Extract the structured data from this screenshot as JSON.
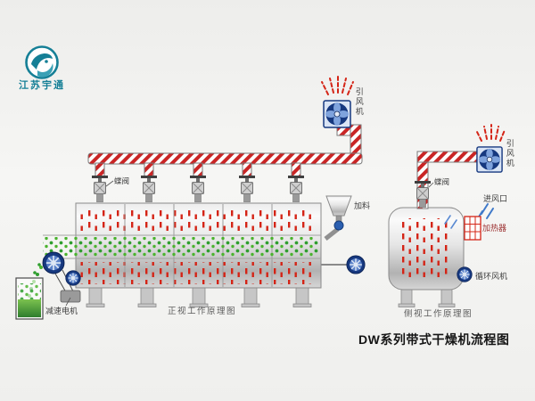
{
  "page": {
    "title": "DW系列带式干燥机流程图"
  },
  "logo": {
    "company": "江苏宇通"
  },
  "main_view": {
    "caption": "正视工作原理图",
    "fan_label": "引风机",
    "valve_label": "蝶阀",
    "feed_label": "加料",
    "motor_label": "减速电机"
  },
  "side_view": {
    "caption": "侧视工作原理图",
    "fan_label": "引风机",
    "valve_label": "蝶阀",
    "air_inlet_label": "进风口",
    "heater_label": "加热器",
    "circulation_fan_label": "循环风机"
  },
  "icons": {
    "fan": "induced-fan-icon",
    "valve": "butterfly-valve-icon",
    "pulley": "belt-pulley-icon",
    "heater": "heater-grid-icon",
    "hopper": "feed-hopper-icon",
    "logo": "company-logo-icon",
    "steam": "exhaust-steam-icon"
  },
  "colors": {
    "pipe_red": "#c92525",
    "dash_red": "#d42416",
    "fan_blue": "#16387f",
    "fan_blade_blue": "#7fa3dd",
    "material_green": "#2f9e2f",
    "logo_teal": "#157f96",
    "label_color": "#3c3c3c",
    "title_color": "#151515"
  }
}
